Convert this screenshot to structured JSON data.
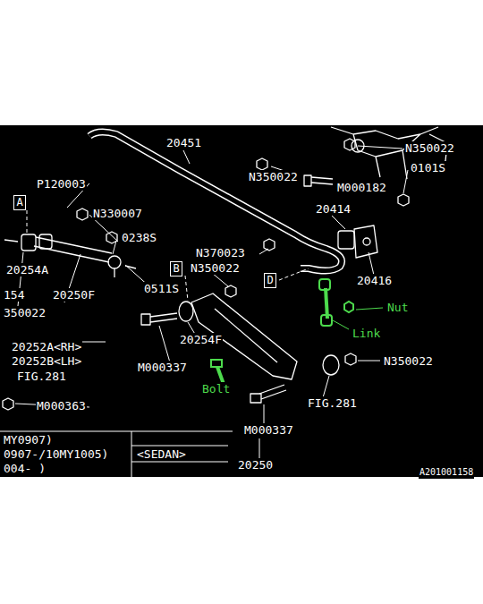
{
  "diagram": {
    "nodes": [
      {
        "text": [
          "A"
        ]
      },
      {
        "text": [
          "B"
        ]
      },
      {
        "text": [
          "D"
        ]
      }
    ],
    "labels": [
      "20451",
      "N350022",
      "N350022",
      "0101S",
      "M000182",
      "P120003",
      "N330007",
      "20414",
      "0238S",
      "N370023",
      "20416",
      "20254A",
      "154",
      "20250F",
      "350022",
      "0511S",
      "N350022",
      "Nut",
      "Link",
      "20254F",
      "M000337",
      "20252A<RH>",
      "20252B<LH>",
      "FIG.281",
      "Bolt",
      "N350022",
      "FIG.281",
      "M000363",
      "M000337",
      "20250",
      "MY0907)",
      "0907-/10MY1005)",
      "<SEDAN>",
      "004- )",
      "A201001158"
    ]
  }
}
